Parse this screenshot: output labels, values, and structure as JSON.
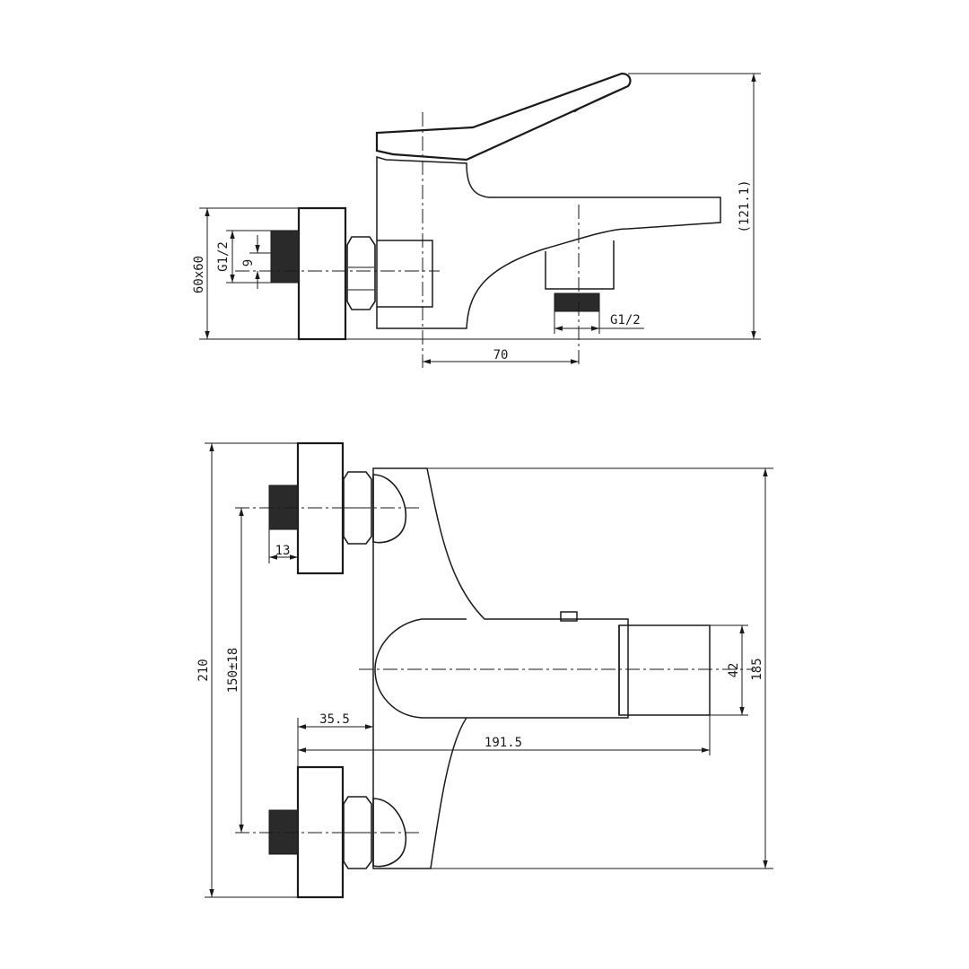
{
  "side_view": {
    "height_label": "60x60",
    "thread_label_inlet": "G1/2",
    "offset_label": "9",
    "overall_height_label": "(121.1)",
    "spout_distance_label": "70",
    "thread_label_outlet": "G1/2"
  },
  "top_view": {
    "overall_depth_label": "210",
    "inlet_spacing_label": "150±18",
    "nipple_length_label": "13",
    "wall_offset_label": "35.5",
    "body_length_label": "191.5",
    "spout_width_label": "42",
    "body_depth_label": "185"
  }
}
